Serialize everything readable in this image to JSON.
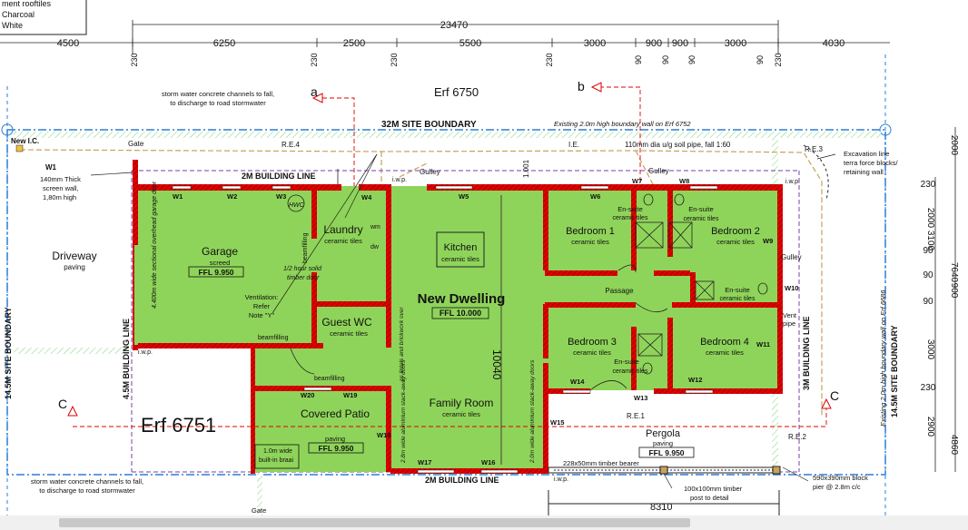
{
  "legend": {
    "line1": "ment rooftiles",
    "line2": "Charcoal",
    "line3": "White"
  },
  "top_dims": {
    "overall": "23470",
    "segments": [
      "4500",
      "6250",
      "2500",
      "5500",
      "3000",
      "900",
      "900",
      "3000",
      "4030"
    ],
    "wall_marks": [
      "230",
      "230",
      "230",
      "230",
      "90",
      "90",
      "90",
      "90",
      "230"
    ]
  },
  "right_dims": {
    "left_chain": [
      "230",
      "2000",
      "3100",
      "90",
      "90",
      "90",
      "3000",
      "230",
      "2900"
    ],
    "right_chain": [
      "2000",
      "7640",
      "900",
      "4860"
    ]
  },
  "site": {
    "erf_north": "Erf 6750",
    "erf_south": "Erf 6751",
    "top_boundary": "32M SITE BOUNDARY",
    "left_boundary": "14.5M SITE BOUNDARY",
    "right_boundary": "14.5M SITE BOUNDARY",
    "boundary_note_top": "Existing 2.0m high boundary wall on Erf 6752",
    "boundary_note_right": "Existing 2.0m high boundary wall on Erf 6686",
    "building_line_top": "2M BUILDING LINE",
    "building_line_bottom": "2M BUILDING LINE",
    "building_line_left": "4.5M BUILDING LINE",
    "building_line_right": "3M BUILDING LINE",
    "storm_top": [
      "storm water concrete channels to fall,",
      "to discharge to road stormwater"
    ],
    "storm_bottom": [
      "storm water concrete channels to fall,",
      "to discharge to road stormwater"
    ],
    "new_ic": "New I.C.",
    "gate": "Gate",
    "gate_bottom": "Gate",
    "re4": "R.E.4",
    "ie": "I.E.",
    "soil_pipe": "110mm dia u/g soil pipe, fall 1:60",
    "re3": "R.E.3",
    "re1": "R.E.1",
    "re2": "R.E.2",
    "excavation": [
      "Excavation line",
      "terra force blocks/",
      "retaining wall"
    ],
    "w1_note": [
      "W1",
      "140mm Thick",
      "screen wall,",
      "1,80m high"
    ],
    "gulley": "Gulley",
    "gulley2": "Gulley",
    "gulley3": "Gulley",
    "iwp": "i.w.p.",
    "section_a": "a",
    "section_b": "b",
    "section_c": "C",
    "ie_dim": "1.001",
    "block_pier": [
      "590x390mm block",
      "pier @ 2.8m c/c"
    ],
    "timber_post": [
      "100x100mm timber",
      "post to detail"
    ],
    "timber_bearer": "228x50mm timber bearer",
    "pergola_dim": "8310",
    "vent_pipe": [
      "Vent",
      "pipe"
    ]
  },
  "rooms": {
    "driveway": {
      "name": "Driveway",
      "finish": "paving"
    },
    "garage": {
      "name": "Garage",
      "finish": "screed",
      "ffl": "FFL 9.950",
      "door_note": "4.400m wide sectional overhead garage door",
      "vent": [
        "Ventilation:",
        "Refer",
        "Note \"Y\""
      ]
    },
    "laundry": {
      "name": "Laundry",
      "finish": "ceramic tiles",
      "wm": "wm",
      "dw": "dw",
      "door": [
        "1/2 hour solid",
        "timber door"
      ]
    },
    "kitchen": {
      "name": "Kitchen",
      "finish": "ceramic tiles"
    },
    "dwelling": {
      "name": "New Dwelling",
      "ffl": "FFL 10.000",
      "dim": "10040"
    },
    "guest_wc": {
      "name": "Guest WC",
      "finish": "ceramic tiles"
    },
    "family": {
      "name": "Family Room",
      "finish": "ceramic tiles"
    },
    "patio": {
      "name": "Covered Patio",
      "finish": "paving",
      "ffl": "FFL 9.950",
      "braai": [
        "1.0m wide",
        "built-in braai"
      ]
    },
    "bed1": {
      "name": "Bedroom 1",
      "finish": "ceramic tiles"
    },
    "bed2": {
      "name": "Bedroom 2",
      "finish": "ceramic tiles"
    },
    "bed3": {
      "name": "Bedroom 3",
      "finish": "ceramic tiles"
    },
    "bed4": {
      "name": "Bedroom 4",
      "finish": "ceramic tiles"
    },
    "passage": {
      "name": "Passage"
    },
    "ensuite1": {
      "name": "En-suite",
      "finish": "ceramic tiles"
    },
    "ensuite2": {
      "name": "En-suite",
      "finish": "ceramic tiles"
    },
    "ensuite3": {
      "name": "En-suite",
      "finish": "ceramic tiles"
    },
    "ensuite4": {
      "name": "En-suite",
      "finish": "ceramic tiles"
    },
    "pergola": {
      "name": "Pergola",
      "finish": "paving",
      "ffl": "FFL 9.950"
    },
    "hwc": "HWC",
    "beamfilling": "beamfilling",
    "door_note_left": "2.8m wide aluminium stack-away doors",
    "door_note_right": "2.0m wide aluminium stack-away doors",
    "lintel_note": "pc lintels and brickwork over"
  },
  "windows": [
    "W1",
    "W2",
    "W3",
    "W4",
    "W5",
    "W6",
    "W7",
    "W8",
    "W9",
    "W10",
    "W11",
    "W12",
    "W13",
    "W14",
    "W15",
    "W16",
    "W17",
    "W18",
    "W19",
    "W20"
  ],
  "colors": {
    "wall": "#e00000",
    "floor": "#8fd45a",
    "dim": "#222222",
    "section": "#e00000",
    "boundary": "#2a7fd4",
    "drain": "#c8a25a",
    "building_line": "#7a3fa8"
  }
}
